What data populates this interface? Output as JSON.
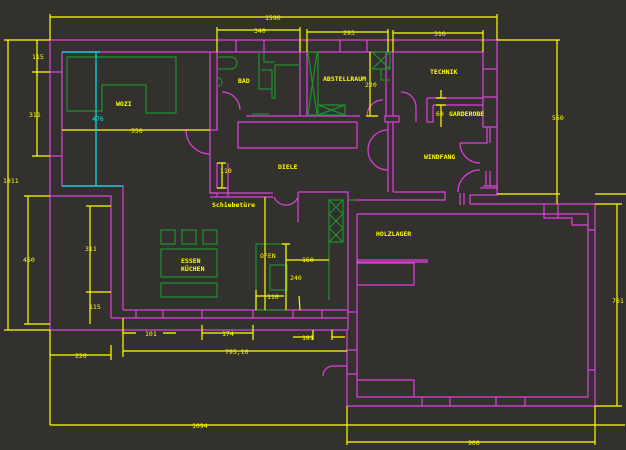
{
  "drawing": {
    "title": "Floor plan (CAD)",
    "colors": {
      "background": "#33312e",
      "walls": "#e040e0",
      "furniture": "#1f8f2f",
      "dimensions": "#ffff00",
      "highlight_dimension": "#00e5e5"
    },
    "rooms": {
      "wozi": "WOZI",
      "bad": "BAD",
      "abstellraum": "ABSTELLRAUM",
      "technik": "TECHNIK",
      "garderobe": "GARDEROBE",
      "diele": "DIELE",
      "windfang": "WINDFANG",
      "schiebetuere": "Schiebetüre",
      "essen": "ESSEN",
      "kuechen": "KÜCHEN",
      "holzlager": "HOLZLAGER",
      "ofen": "OFEN"
    },
    "dimensions": {
      "top_total": "1590",
      "top_bad": "340",
      "top_abstell": "293",
      "top_technik": "316",
      "left_115_top": "115",
      "left_311": "311",
      "left_1011": "1011",
      "left_450": "450",
      "left_311_lower": "311",
      "left_115_lower": "115",
      "wozi_width": "550",
      "wozi_depth": "476",
      "abstell_220": "220",
      "garderobe_60": "60",
      "right_550": "550",
      "diele_110": "110",
      "ofen_150": "150",
      "ofen_240": "240",
      "ofen_110": "110",
      "bottom_101": "101",
      "bottom_174": "174",
      "bottom_181": "181",
      "bottom_795": "795,10",
      "bottom_220": "220",
      "bottom_1094": "1094",
      "holzlager_900": "900",
      "holzlager_761": "761"
    }
  }
}
